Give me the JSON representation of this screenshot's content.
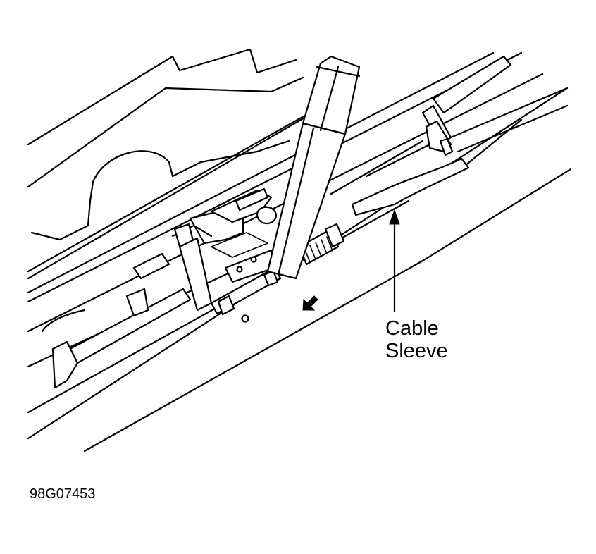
{
  "diagram": {
    "callout": {
      "line1": "Cable",
      "line2": "Sleeve"
    },
    "figure_id": "98G07453",
    "colors": {
      "ink": "#000000",
      "paper": "#ffffff"
    }
  }
}
